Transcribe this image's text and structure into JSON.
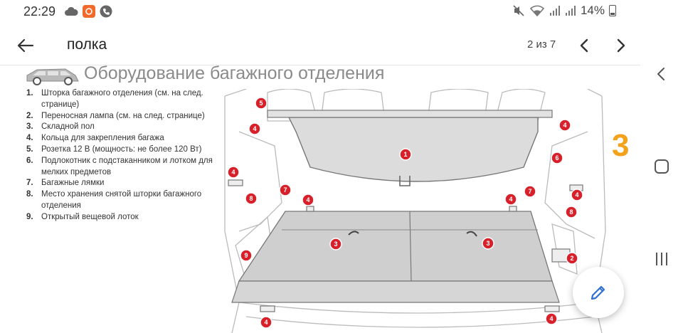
{
  "status_bar": {
    "time": "22:29",
    "battery": "14%",
    "icons": [
      "cloud-icon",
      "app-notification-icon",
      "phone-icon",
      "mute-icon",
      "wifi-icon",
      "signal-icon",
      "signal-icon",
      "battery-icon"
    ]
  },
  "search": {
    "query": "полка",
    "match_count": "2 из 7"
  },
  "document": {
    "title": "Оборудование багажного отделения",
    "page_marker": "3",
    "items": [
      {
        "num": "1.",
        "text": "Шторка багажного отделения (см. на след. странице)"
      },
      {
        "num": "2.",
        "text": "Переносная лампа (см. на след. странице)"
      },
      {
        "num": "3.",
        "text": "Складной пол"
      },
      {
        "num": "4.",
        "text": "Кольца для закрепления багажа"
      },
      {
        "num": "5.",
        "text": "Розетка 12 В (мощность: не более 120 Вт)"
      },
      {
        "num": "6.",
        "text": "Подлокотник с подстаканником и лотком для мелких предметов"
      },
      {
        "num": "7.",
        "text": "Багажные лямки"
      },
      {
        "num": "8.",
        "text": "Место хранения снятой шторки багажного отделения"
      },
      {
        "num": "9.",
        "text": "Открытый вещевой лоток"
      }
    ],
    "callouts": [
      "1",
      "2",
      "3",
      "3",
      "4",
      "4",
      "4",
      "4",
      "4",
      "4",
      "4",
      "4",
      "5",
      "6",
      "7",
      "7",
      "8",
      "8",
      "9"
    ]
  },
  "colors": {
    "callout": "#d8202a",
    "page_marker": "#f3a21b",
    "fab_icon": "#2f6fd6"
  }
}
